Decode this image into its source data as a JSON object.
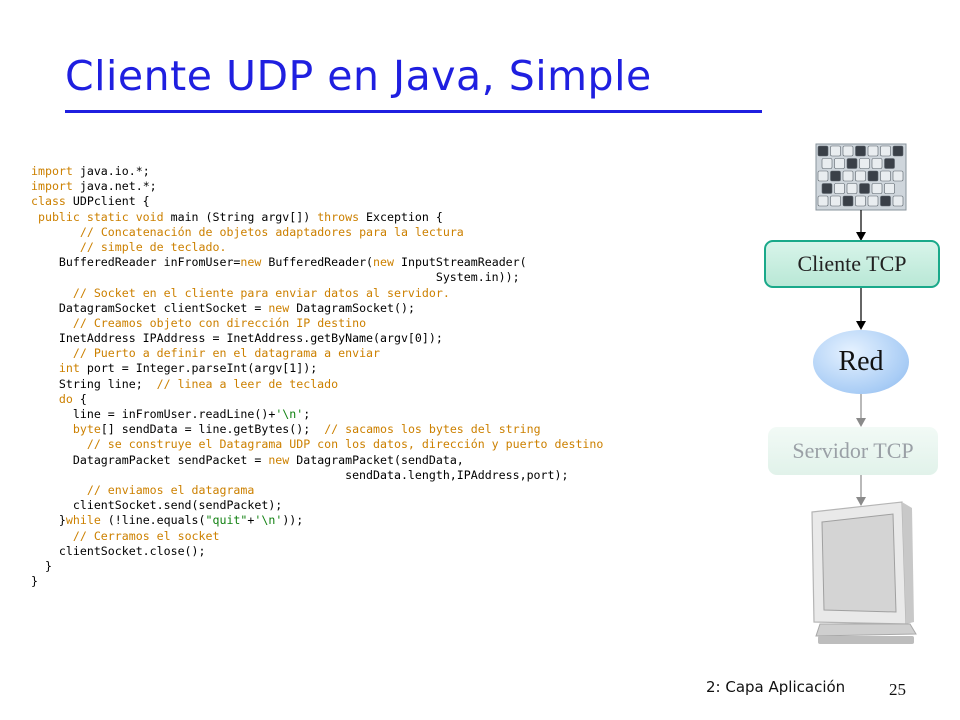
{
  "slide": {
    "title": "Cliente UDP en Java, Simple",
    "footer": "2: Capa Aplicación",
    "page_number": "25"
  },
  "code": [
    [
      [
        "kw",
        "import"
      ],
      [
        "tx",
        " java.io.*;"
      ]
    ],
    [
      [
        "kw",
        "import"
      ],
      [
        "tx",
        " java.net.*;"
      ]
    ],
    [
      [
        "kw",
        "class"
      ],
      [
        "tx",
        " UDPclient {"
      ]
    ],
    [
      [
        "tx",
        " "
      ],
      [
        "kw",
        "public static void"
      ],
      [
        "tx",
        " main (String argv[]) "
      ],
      [
        "kw",
        "throws"
      ],
      [
        "tx",
        " Exception {"
      ]
    ],
    [
      [
        "tx",
        "       "
      ],
      [
        "cm",
        "// Concatenación de objetos adaptadores para la lectura"
      ]
    ],
    [
      [
        "tx",
        "       "
      ],
      [
        "cm",
        "// simple de teclado."
      ]
    ],
    [
      [
        "tx",
        "    BufferedReader inFromUser="
      ],
      [
        "kw",
        "new"
      ],
      [
        "tx",
        " BufferedReader("
      ],
      [
        "kw",
        "new"
      ],
      [
        "tx",
        " InputStreamReader("
      ]
    ],
    [
      [
        "tx",
        "                                                          System.in));"
      ]
    ],
    [
      [
        "tx",
        "      "
      ],
      [
        "cm",
        "// Socket en el cliente para enviar datos al servidor."
      ]
    ],
    [
      [
        "tx",
        "    DatagramSocket clientSocket = "
      ],
      [
        "kw",
        "new"
      ],
      [
        "tx",
        " DatagramSocket();"
      ]
    ],
    [
      [
        "tx",
        "      "
      ],
      [
        "cm",
        "// Creamos objeto con dirección IP destino"
      ]
    ],
    [
      [
        "tx",
        "    InetAddress IPAddress = InetAddress.getByName(argv[0]);"
      ]
    ],
    [
      [
        "tx",
        "      "
      ],
      [
        "cm",
        "// Puerto a definir en el datagrama a enviar"
      ]
    ],
    [
      [
        "tx",
        "    "
      ],
      [
        "kw",
        "int"
      ],
      [
        "tx",
        " port = Integer.parseInt(argv[1]);"
      ]
    ],
    [
      [
        "tx",
        "    String line;  "
      ],
      [
        "cm",
        "// linea a leer de teclado"
      ]
    ],
    [
      [
        "tx",
        "    "
      ],
      [
        "kw",
        "do"
      ],
      [
        "tx",
        " {"
      ]
    ],
    [
      [
        "tx",
        "      line = inFromUser.readLine()+"
      ],
      [
        "st",
        "'\\n'"
      ],
      [
        "tx",
        ";"
      ]
    ],
    [
      [
        "tx",
        "      "
      ],
      [
        "kw",
        "byte"
      ],
      [
        "tx",
        "[] sendData = line.getBytes();  "
      ],
      [
        "cm",
        "// sacamos los bytes del string"
      ]
    ],
    [
      [
        "tx",
        "        "
      ],
      [
        "cm",
        "// se construye el Datagrama UDP con los datos, dirección y puerto destino"
      ]
    ],
    [
      [
        "tx",
        "      DatagramPacket sendPacket = "
      ],
      [
        "kw",
        "new"
      ],
      [
        "tx",
        " DatagramPacket(sendData,"
      ]
    ],
    [
      [
        "tx",
        "                                             sendData.length,IPAddress,port);"
      ]
    ],
    [
      [
        "tx",
        "        "
      ],
      [
        "cm",
        "// enviamos el datagrama"
      ]
    ],
    [
      [
        "tx",
        "      clientSocket.send(sendPacket);"
      ]
    ],
    [
      [
        "tx",
        "    }"
      ],
      [
        "kw",
        "while"
      ],
      [
        "tx",
        " (!line.equals("
      ],
      [
        "st",
        "\"quit\""
      ],
      [
        "tx",
        "+"
      ],
      [
        "st",
        "'\\n'"
      ],
      [
        "tx",
        "));"
      ]
    ],
    [
      [
        "tx",
        "      "
      ],
      [
        "cm",
        "// Cerramos el socket"
      ]
    ],
    [
      [
        "tx",
        "    clientSocket.close();"
      ]
    ],
    [
      [
        "tx",
        "  }"
      ]
    ],
    [
      [
        "tx",
        "}"
      ]
    ]
  ],
  "diagram": {
    "client_label": "Cliente TCP",
    "network_label": "Red",
    "server_label": "Servidor TCP"
  }
}
